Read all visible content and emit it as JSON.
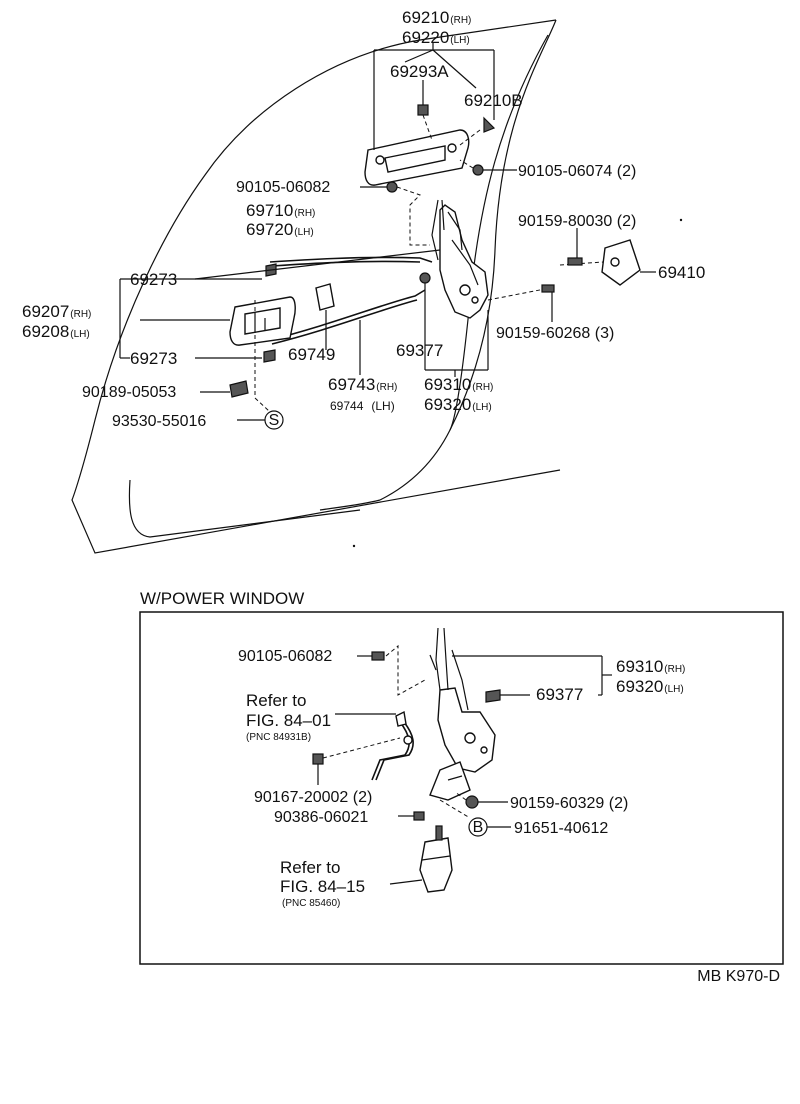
{
  "upper": {
    "p69210": "69210",
    "p69220": "69220",
    "rh": "(RH)",
    "lh": "(LH)",
    "p69293a": "69293A",
    "p69210b": "69210B",
    "p90105_06074": "90105-06074 (2)",
    "p90105_06082": "90105-06082",
    "p69710": "69710",
    "p69720": "69720",
    "p90159_80030": "90159-80030 (2)",
    "p69410": "69410",
    "p69273a": "69273",
    "p69207": "69207",
    "p69208": "69208",
    "p90159_60268": "90159-60268 (3)",
    "p69377": "69377",
    "p69273b": "69273",
    "p69749": "69749",
    "p69743": "69743",
    "p69744": "69744",
    "p69310": "69310",
    "p69320": "69320",
    "p90189_05053": "90189-05053",
    "p93530_55016": "93530-55016",
    "s_mark": "S"
  },
  "lower": {
    "heading": "W/POWER WINDOW",
    "p90105_06082": "90105-06082",
    "p69310": "69310",
    "p69320": "69320",
    "rh": "(RH)",
    "lh": "(LH)",
    "refer1_a": "Refer to",
    "refer1_b": "FIG. 84–01",
    "refer1_c": "(PNC 84931B)",
    "p69377": "69377",
    "p90167_20002": "90167-20002 (2)",
    "p90159_60329": "90159-60329 (2)",
    "p90386_06021": "90386-06021",
    "p91651_40612": "91651-40612",
    "b_mark": "B",
    "refer2_a": "Refer to",
    "refer2_b": "FIG. 84–15",
    "refer2_c": "(PNC 85460)"
  },
  "footer": {
    "code": "MB K970-D"
  }
}
